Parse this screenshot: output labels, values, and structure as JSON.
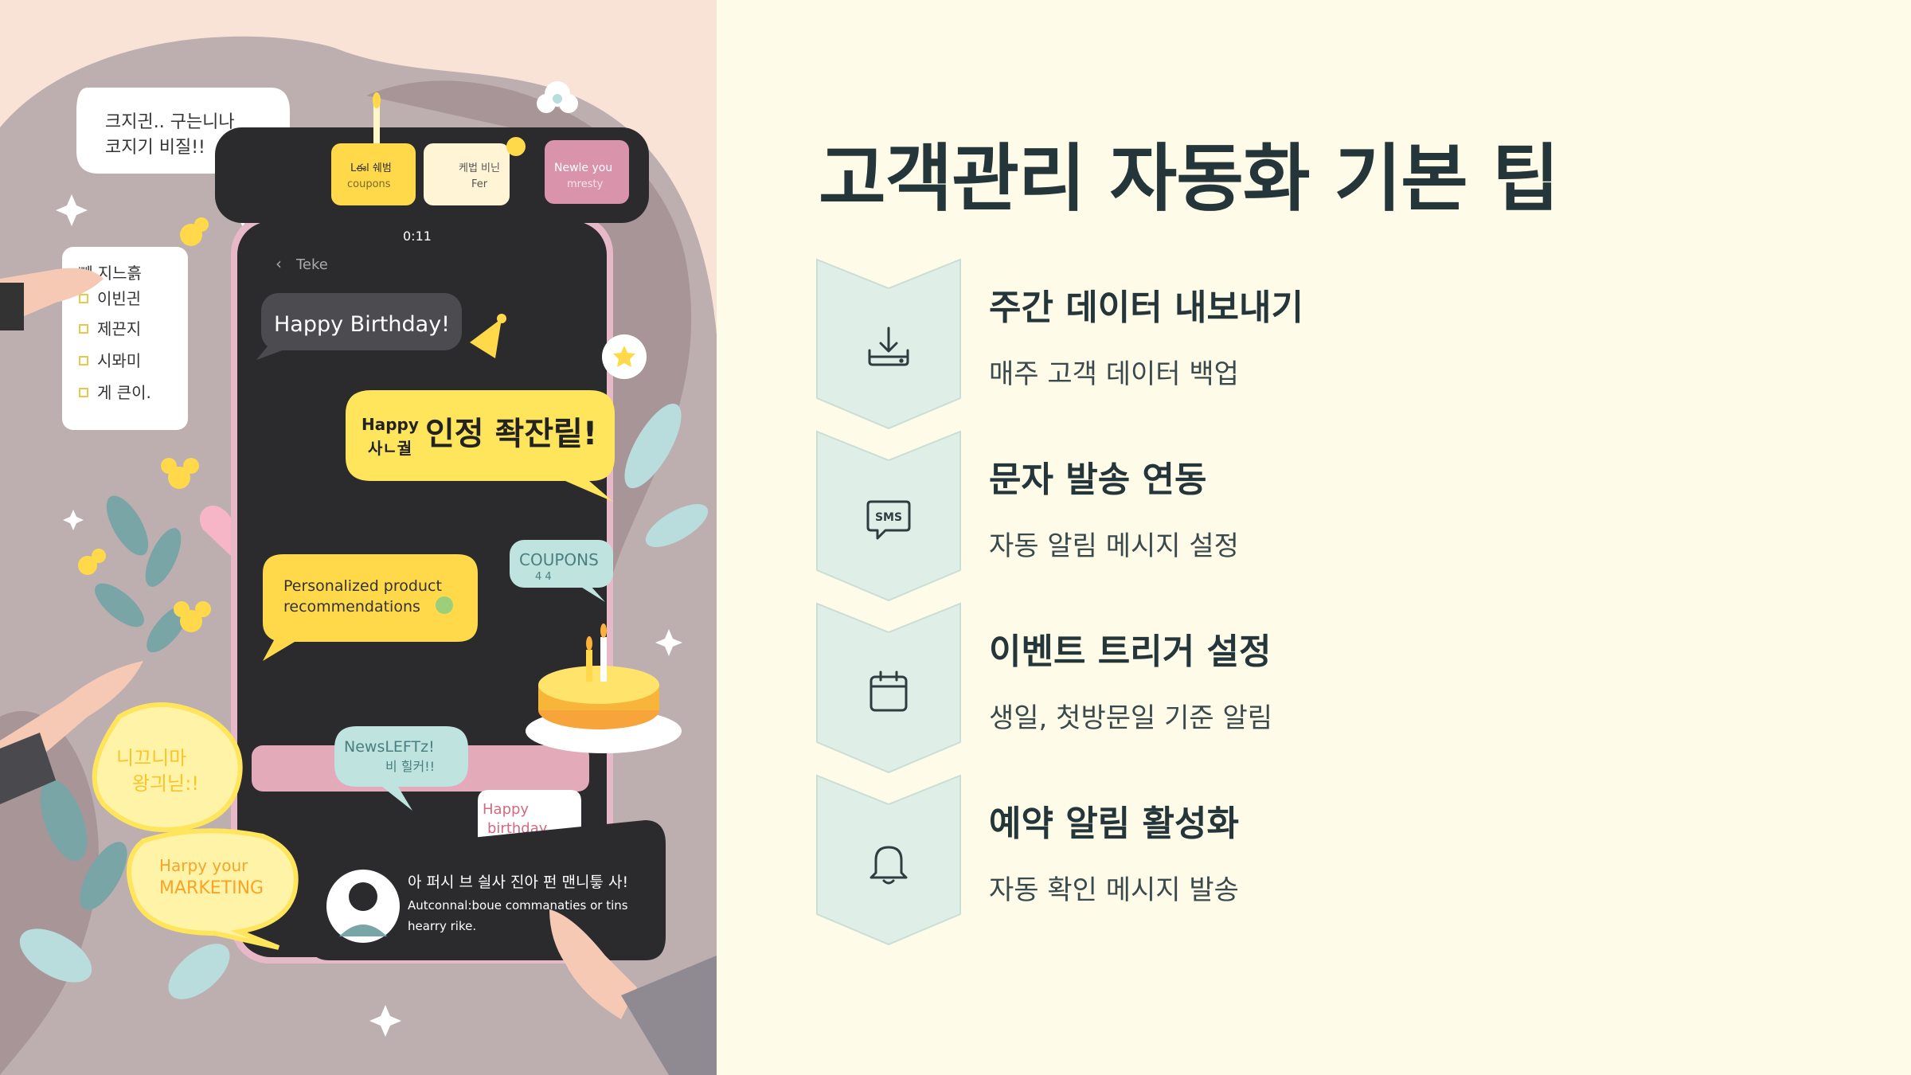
{
  "title": "고객관리 자동화 기본 팁",
  "steps": [
    {
      "icon": "download-icon",
      "title": "주간 데이터 내보내기",
      "description": "매주 고객 데이터 백업"
    },
    {
      "icon": "sms-icon",
      "title": "문자 발송 연동",
      "description": "자동 알림 메시지 설정",
      "icon_label": "SMS"
    },
    {
      "icon": "calendar-icon",
      "title": "이벤트 트리거 설정",
      "description": "생일, 첫방문일 기준 알림"
    },
    {
      "icon": "bell-icon",
      "title": "예약 알림 활성화",
      "description": "자동 확인 메시지 발송"
    }
  ],
  "illustration": {
    "top_bubble": [
      "크지긘..  구는니나",
      "코지기 비질!!"
    ],
    "checklist_title": "뻬 지느흙",
    "checklist": [
      "이빈긘",
      "제끈지",
      "시뫄미",
      "게 큰이."
    ],
    "top_cards": [
      [
        "Lఈl 쉐범",
        "coupons"
      ],
      [
        "케법 비닌",
        "Fer"
      ],
      [
        "Newle you",
        "mresty"
      ]
    ],
    "phone_time": "0:11",
    "phone_back": "Teke",
    "chat_birthday": "Happy Birthday!",
    "chat_big_line1": "Happy",
    "chat_big_line1b": "인정 좍잔맅!",
    "chat_big_line2": "사ㄴ궐",
    "chat_reco": [
      "Personalized product",
      "recommendations"
    ],
    "coupons_label": [
      "COUPONS",
      "4 4"
    ],
    "newsletter": [
      "NewsLEFTz!",
      "비 힐커!!"
    ],
    "happy_small": [
      "Happy",
      "birthday..."
    ],
    "notif_line1": "아 퍼시 브 싈사 진아 펀 맨니틓 사!",
    "notif_line2": "Autconnal:boue commanaties or tins",
    "notif_line3": "hearry rike.",
    "left_bubble": [
      "니끄니마",
      "왕긔닏:!"
    ],
    "marketing_bubble": [
      "Harpy your",
      "MARKETING"
    ]
  },
  "colors": {
    "background": "#fefbe9",
    "chevron_fill": "#dfeee6",
    "chevron_stroke": "#c9ded5",
    "title_text": "#25363a",
    "icon_stroke": "#2e3d40",
    "accent_yellow": "#ffe55c",
    "accent_teal": "#bfe3df",
    "accent_pink": "#e9b7c4"
  }
}
